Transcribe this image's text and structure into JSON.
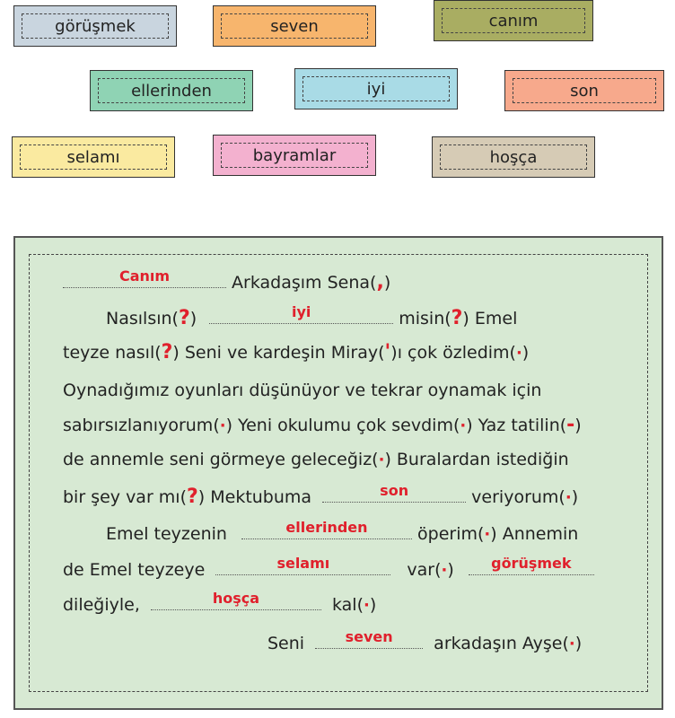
{
  "word_cards": [
    {
      "word": "görüşmek",
      "color": "#c9d5df"
    },
    {
      "word": "seven",
      "color": "#f7b56d"
    },
    {
      "word": "canım",
      "color": "#a9ad62"
    },
    {
      "word": "ellerinden",
      "color": "#8fd3b4"
    },
    {
      "word": "iyi",
      "color": "#a9dbe6"
    },
    {
      "word": "son",
      "color": "#f7a98c"
    },
    {
      "word": "selamı",
      "color": "#faeaa0"
    },
    {
      "word": "bayramlar",
      "color": "#f3b1cf"
    },
    {
      "word": "hoşça",
      "color": "#d6cbb5"
    }
  ],
  "letter": {
    "line1": {
      "answer": "Canım",
      "text": "Arkadaşım Sena(",
      "punct": ",",
      "close": ")"
    },
    "line2": {
      "t1": "Nasılsın(",
      "p1": "?",
      "t2": ")",
      "answer": "iyi",
      "t3": "misin(",
      "p2": "?",
      "t4": ") Emel"
    },
    "line3": {
      "t1": "teyze nasıl(",
      "p1": "?",
      "t2": ") Seni ve kardeşin Miray(",
      "p2": "'",
      "t3": ")ı çok özledim(",
      "p3": "·",
      "t4": ")"
    },
    "line4": {
      "t1": "Oynadığımız oyunları düşünüyor ve tekrar oynamak için"
    },
    "line5": {
      "t1": "sabırsızlanıyorum(",
      "p1": "·",
      "t2": ") Yeni okulumu çok sevdim(",
      "p2": "·",
      "t3": ") Yaz tatilin(",
      "p3": "-",
      "t4": ")"
    },
    "line6": {
      "t1": "de annemle seni görmeye geleceğiz(",
      "p1": "·",
      "t2": ") Buralardan istediğin"
    },
    "line7": {
      "t1": "bir şey var mı(",
      "p1": "?",
      "t2": ") Mektubuma",
      "answer": "son",
      "t3": "veriyorum(",
      "p2": "·",
      "t4": ")"
    },
    "line8": {
      "t1": "Emel teyzenin",
      "answer": "ellerinden",
      "t2": "öperim(",
      "p1": "·",
      "t3": ") Annemin"
    },
    "line9": {
      "t1": "de Emel teyzeye",
      "answer1": "selamı",
      "t2": "var(",
      "p1": "·",
      "t3": ")",
      "answer2": "görüşmek"
    },
    "line10": {
      "t1": "dileğiyle,",
      "answer": "hoşça",
      "t2": "kal(",
      "p1": "·",
      "t3": ")"
    },
    "line11": {
      "t1": "Seni",
      "answer": "seven",
      "t2": "arkadaşın Ayşe(",
      "p1": "·",
      "t3": ")"
    }
  }
}
